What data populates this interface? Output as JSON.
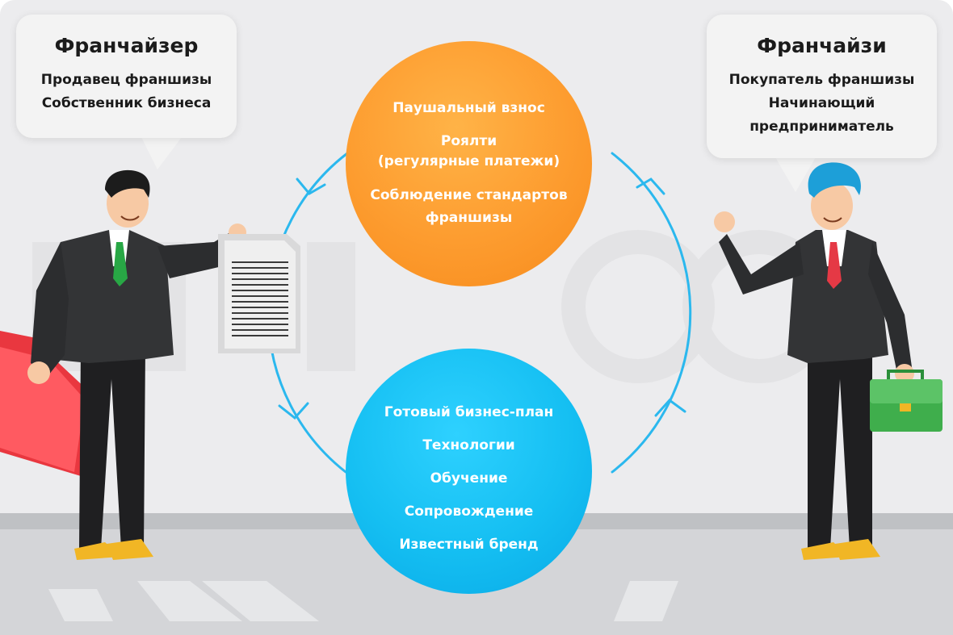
{
  "franchisor": {
    "title": "Франчайзер",
    "lines": [
      "Продавец франшизы",
      "Собственник бизнеса"
    ]
  },
  "franchisee": {
    "title": "Франчайзи",
    "lines": [
      "Покупатель франшизы",
      "Начинающий",
      "предприниматель"
    ]
  },
  "payments_circle": {
    "items": [
      "Паушальный взнос",
      "Роялти",
      "(регулярные платежи)",
      "Соблюдение стандартов",
      "франшизы"
    ]
  },
  "benefits_circle": {
    "items": [
      "Готовый бизнес-план",
      "Технологии",
      "Обучение",
      "Сопровождение",
      "Известный бренд"
    ]
  },
  "colors": {
    "orange": "#fd9c2f",
    "blue": "#15bff2",
    "arrow": "#2bb8ee"
  }
}
